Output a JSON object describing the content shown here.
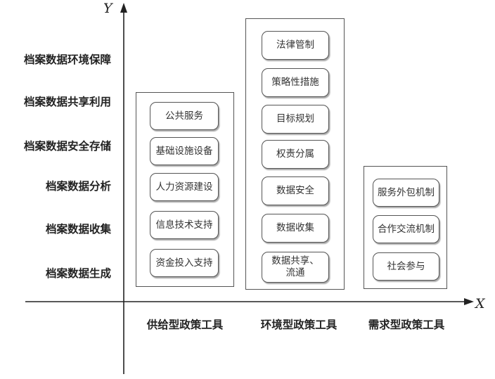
{
  "axes": {
    "y_label": "Y",
    "x_label": "X"
  },
  "y_categories": [
    "档案数据环境保障",
    "档案数据共享利用",
    "档案数据安全存储",
    "档案数据分析",
    "档案数据收集",
    "档案数据生成"
  ],
  "x_categories": [
    "供给型政策工具",
    "环境型政策工具",
    "需求型政策工具"
  ],
  "groups": [
    {
      "tools": [
        "公共服务",
        "基础设施设备",
        "人力资源建设",
        "信息技术支持",
        "资金投入支持"
      ]
    },
    {
      "tools": [
        "法律管制",
        "策略性措施",
        "目标规划",
        "权责分属",
        "数据安全",
        "数据收集",
        "数据共享、\n流通"
      ]
    },
    {
      "tools": [
        "服务外包机制",
        "合作交流机制",
        "社会参与"
      ]
    }
  ],
  "colors": {
    "line": "#555555",
    "axis": "#222222",
    "text": "#222222"
  }
}
